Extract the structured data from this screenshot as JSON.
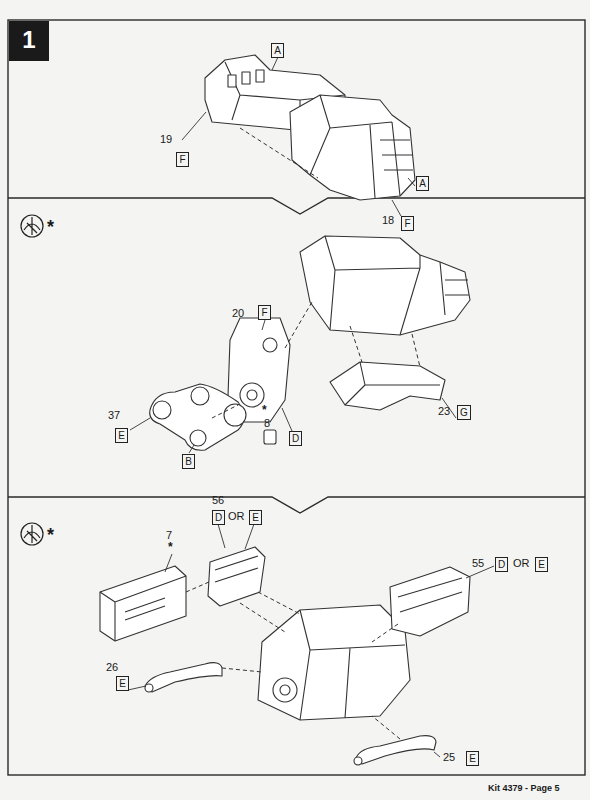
{
  "diagram": {
    "nodes": [
      {
        "text": [
          "1"
        ]
      },
      {
        "text": [
          "A"
        ]
      },
      {
        "text": [
          "F"
        ]
      },
      {
        "text": [
          "A"
        ]
      },
      {
        "text": [
          "F"
        ]
      },
      {
        "text": [
          "F"
        ]
      },
      {
        "text": [
          "E"
        ]
      },
      {
        "text": [
          "D"
        ]
      },
      {
        "text": [
          "B"
        ]
      },
      {
        "text": [
          "G"
        ]
      },
      {
        "text": [
          "D"
        ]
      },
      {
        "text": [
          "E"
        ]
      },
      {
        "text": [
          "D"
        ]
      },
      {
        "text": [
          "E"
        ]
      },
      {
        "text": [
          "E"
        ]
      },
      {
        "text": [
          "E"
        ]
      }
    ],
    "labels": [
      "19",
      "18",
      "*",
      "20",
      "37",
      "*",
      "8",
      "23",
      "*",
      "7",
      "*",
      "56",
      "OR",
      "55",
      "OR",
      "26",
      "25",
      "Kit 4379 - Page 5"
    ]
  }
}
